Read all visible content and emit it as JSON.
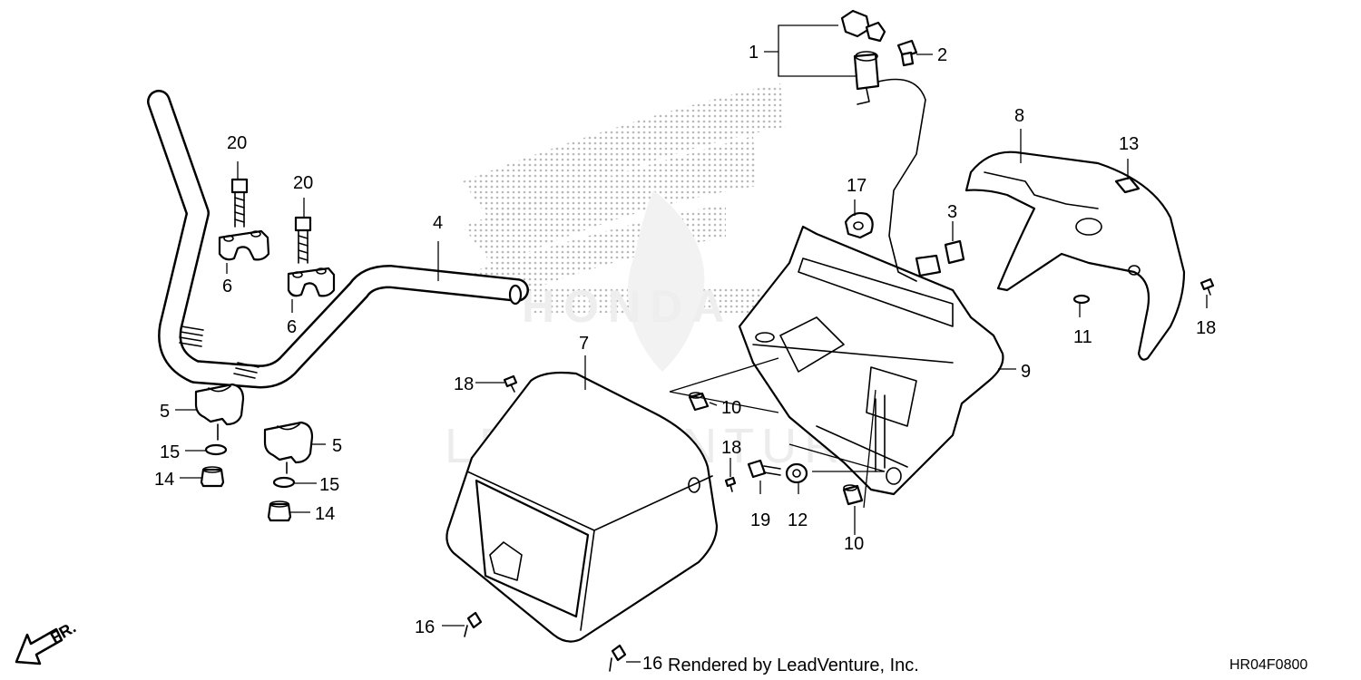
{
  "diagram": {
    "watermark_text": "LEADVENTURE",
    "brand_watermark_text": "HONDA",
    "credit": "Rendered by LeadVenture, Inc.",
    "diagram_code": "HR04F0800",
    "front_marker": "FR.",
    "callouts": {
      "c1": "1",
      "c2": "2",
      "c3": "3",
      "c4": "4",
      "c5a": "5",
      "c5b": "5",
      "c6a": "6",
      "c6b": "6",
      "c7": "7",
      "c8": "8",
      "c9": "9",
      "c10a": "10",
      "c10b": "10",
      "c11": "11",
      "c12": "12",
      "c13": "13",
      "c14a": "14",
      "c14b": "14",
      "c15a": "15",
      "c15b": "15",
      "c16a": "16",
      "c16b": "16",
      "c17": "17",
      "c18a": "18",
      "c18b": "18",
      "c18c": "18",
      "c19": "19",
      "c20a": "20",
      "c20b": "20"
    }
  }
}
